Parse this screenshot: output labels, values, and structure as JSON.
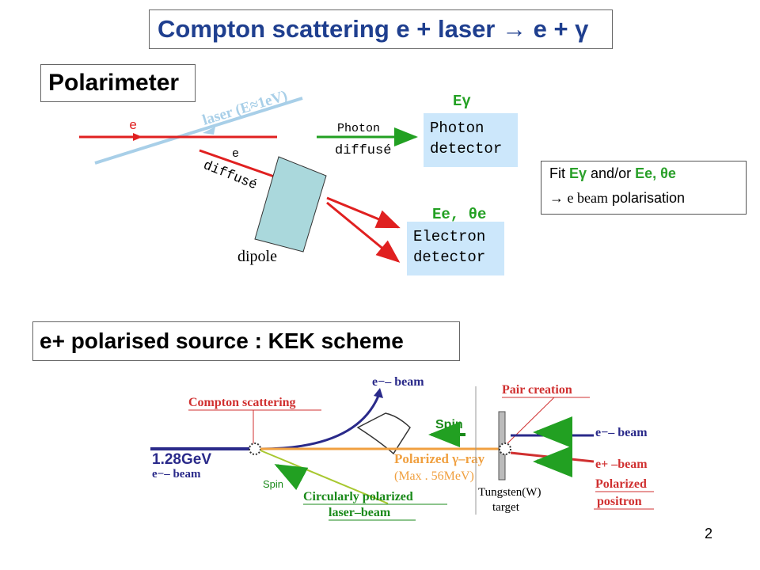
{
  "title": "Compton scattering e + laser → e +  γ",
  "polarimeter": {
    "heading": "Polarimeter",
    "laser_label": "laser (E≈1eV)",
    "e_label": "e",
    "e_diffuse_label1": "e",
    "e_diffuse_label2": "diffusé",
    "dipole_label": "dipole",
    "photon_diffuse_label1": "Photon",
    "photon_diffuse_label2": "diffusé",
    "photon_detector_line1": "Photon",
    "photon_detector_line2": "detector",
    "electron_detector_line1": "Electron",
    "electron_detector_line2": "detector",
    "egamma_label": "Eγ",
    "ee_theta_label": "Ee, θe"
  },
  "fit_box": {
    "line1_prefix": "Fit ",
    "line1_egamma": "Eγ",
    "line1_mid": " and/or ",
    "line1_ee": "Ee, θe",
    "line2_arrow": "→ e beam",
    "line2_rest": " polarisation"
  },
  "kek": {
    "heading": "e+ polarised source : KEK scheme",
    "compton_scattering": "Compton scattering",
    "e_minus_beam_top": "e−– beam",
    "energy": "1.28GeV",
    "e_minus_beam_left": "e−– beam",
    "spin_upper": "Spin",
    "spin_lower": "Spin",
    "polarized_gamma": "Polarized γ–ray",
    "max_energy": "(Max . 56MeV)",
    "circularly_polarized_line1": "Circularly polarized",
    "circularly_polarized_line2": "laser–beam",
    "tungsten_line1": "Tungsten(W)",
    "tungsten_line2": "target",
    "pair_creation": "Pair creation",
    "e_minus_beam_right": "e−– beam",
    "e_plus_beam_right": "e+ –beam",
    "polarized_positron_line1": "Polarized",
    "polarized_positron_line2": "positron"
  },
  "page_number": "2"
}
